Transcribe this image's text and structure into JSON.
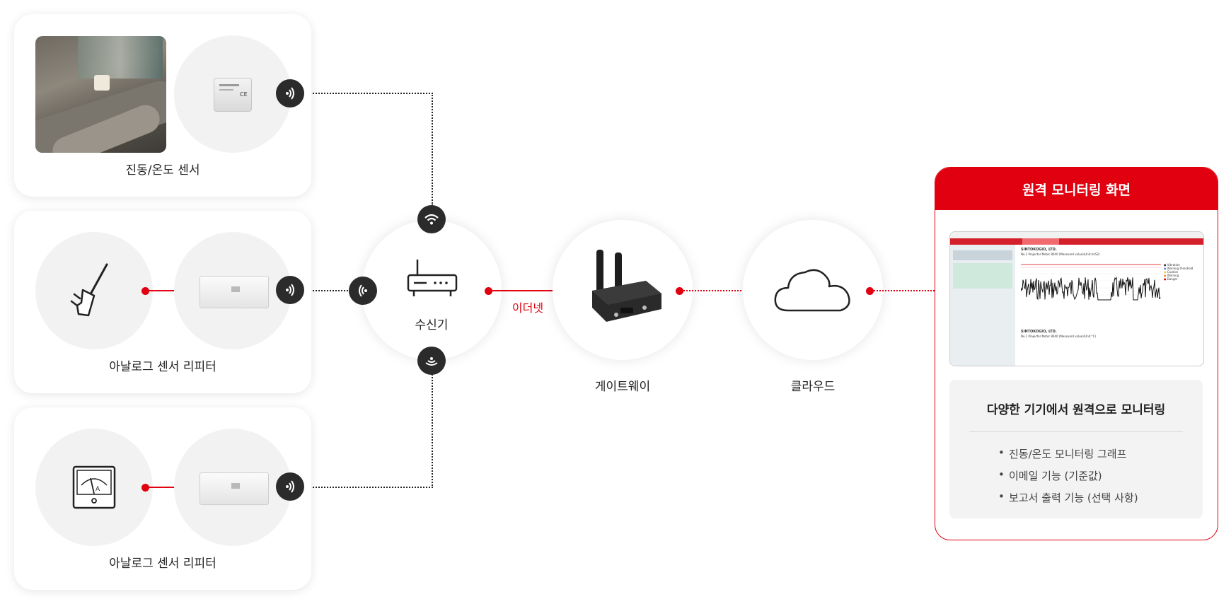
{
  "sensors": {
    "panel1_label": "진동/온도 센서",
    "panel2_label": "아날로그 센서 리피터",
    "panel3_label": "아날로그 센서 리피터"
  },
  "network": {
    "receiver_label": "수신기",
    "ethernet_label": "이더넷",
    "gateway_label": "게이트웨이",
    "cloud_label": "클라우드"
  },
  "monitor": {
    "title": "원격 모니터링 화면",
    "subtitle": "다양한 기기에서 원격으로 모니터링",
    "features": [
      "진동/온도 모니터링 그래프",
      "이메일 기능 (기준값)",
      "보고서 출력 기능 (선택 사항)"
    ],
    "screen": {
      "company": "SINTOKOGIO, LTD.",
      "chart1_title": "No.1 Projector Motor 8040 (Measured value)(Unit:m/S2)",
      "chart2_title": "No.1 Projector Motor 8040 (Measured value)(Unit:°C)",
      "legend": [
        "Vibration",
        "Warning threshold",
        "Caution",
        "Warning",
        "Danger"
      ]
    }
  },
  "colors": {
    "accent": "#e0000f",
    "badge": "#2b2b2b",
    "circle_bg": "#f2f2f2"
  }
}
